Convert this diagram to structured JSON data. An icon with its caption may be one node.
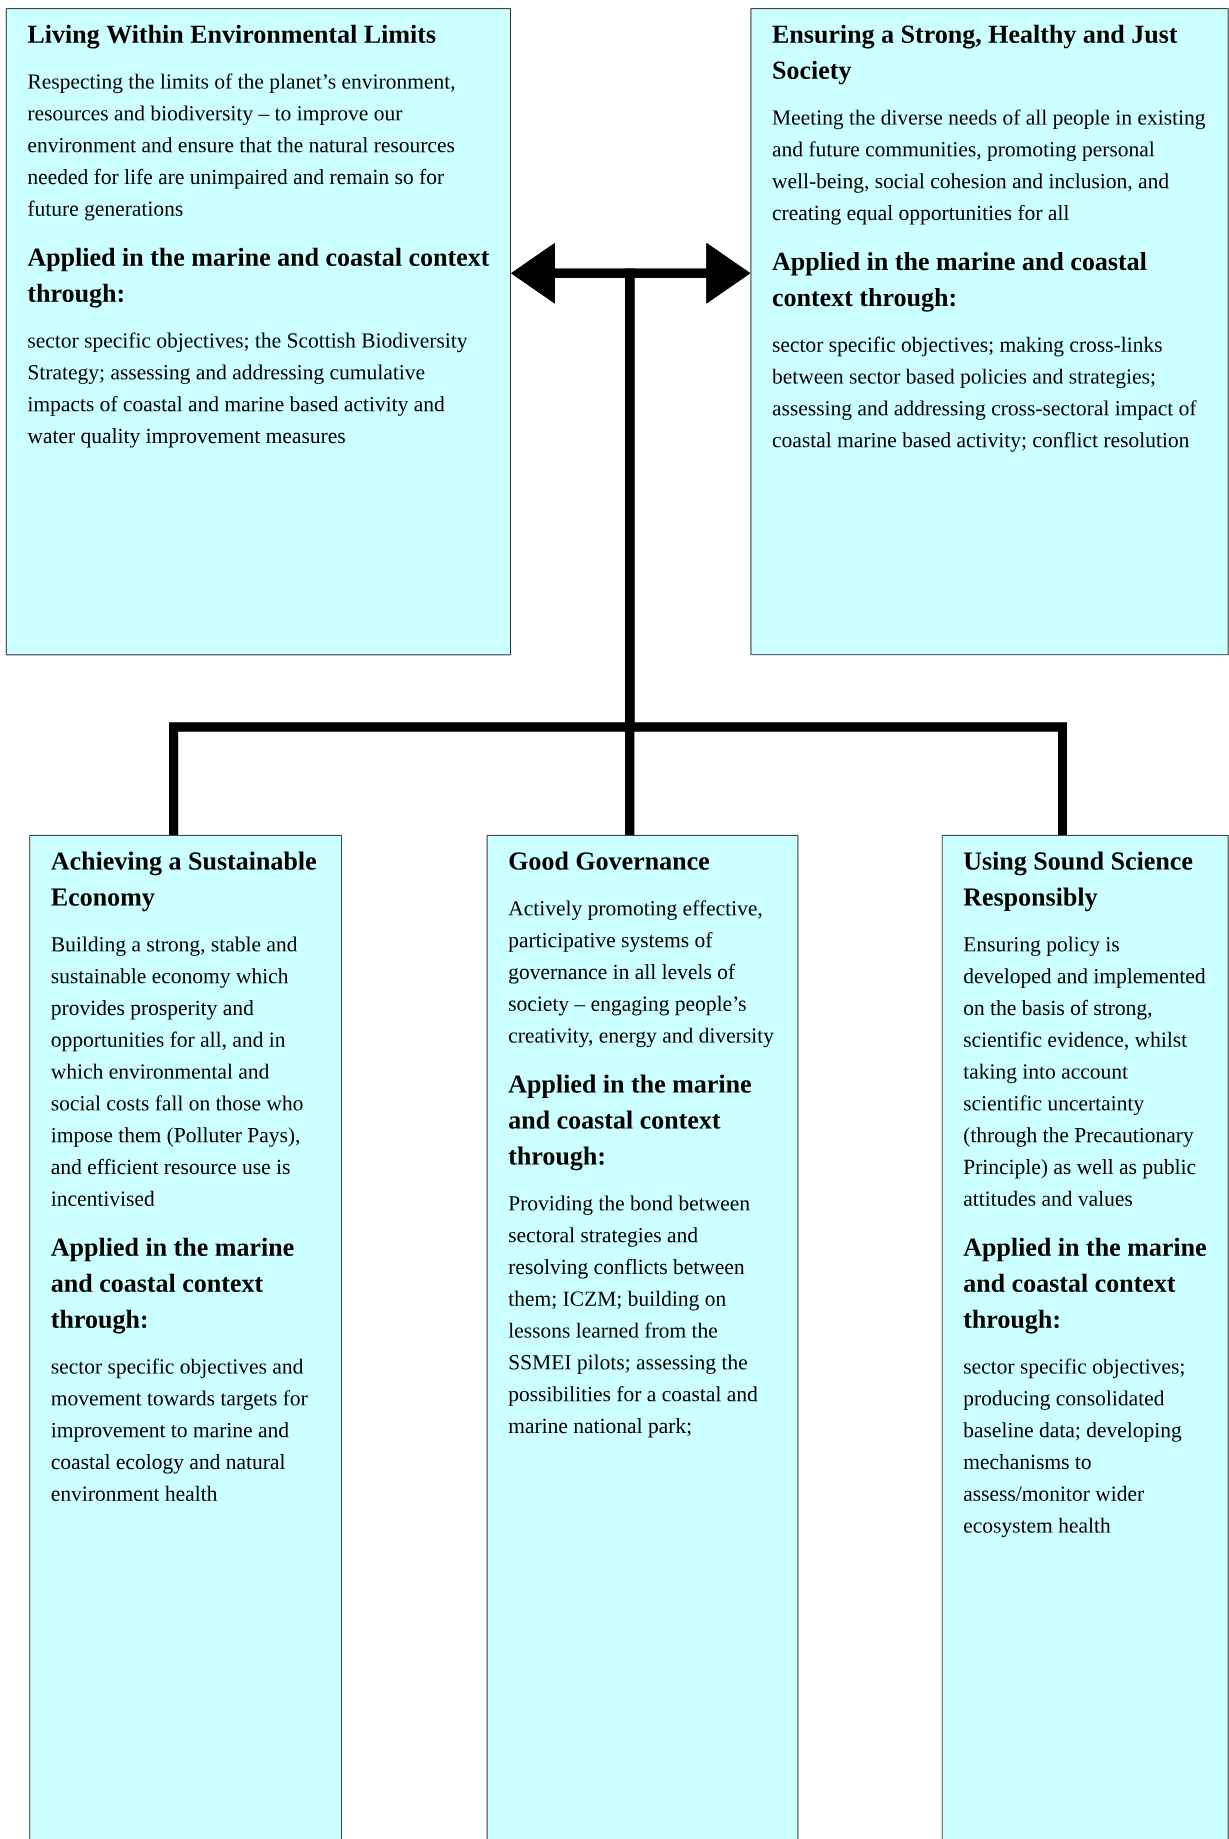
{
  "diagram": {
    "nodes": [
      {
        "text": [
          "Living Within Environmental Limits",
          "Respecting the limits of the planet’s environment, resources and biodiversity – to improve our environment and ensure that the natural resources needed for life are unimpaired and remain so for future generations",
          "Applied in the marine and coastal context through:",
          "sector specific objectives; the Scottish Biodiversity Strategy; assessing and addressing cumulative impacts of coastal and marine based activity and water quality improvement measures"
        ]
      },
      {
        "text": [
          "Ensuring a Strong, Healthy and Just Society",
          "Meeting the diverse needs of all people in existing and future communities, promoting personal well-being, social cohesion and inclusion, and creating equal opportunities for all",
          "Applied in the marine and coastal context through:",
          "sector specific objectives; making cross-links between sector based policies and strategies; assessing and addressing cross-sectoral impact of coastal marine based activity; conflict resolution"
        ]
      },
      {
        "text": [
          "Achieving a Sustainable Economy",
          "Building a strong, stable and sustainable economy which provides prosperity and opportunities for all, and in which environmental and social costs fall on those who impose them (Polluter Pays), and efficient resource use is incentivised",
          "Applied in the marine and coastal context through:",
          "sector specific objectives and movement towards targets for improvement to marine and coastal ecology and natural environment health"
        ]
      },
      {
        "text": [
          "Good Governance",
          "Actively promoting effective, participative systems of governance in all levels of society – engaging people’s creativity, energy and diversity",
          "Applied in the marine and coastal context through:",
          "Providing the bond between sectoral strategies and resolving conflicts between them; ICZM; building on lessons learned from the SSMEI pilots; assessing the possibilities for a coastal and marine national park;"
        ]
      },
      {
        "text": [
          "Using Sound Science Responsibly",
          "Ensuring policy is developed and implemented on the basis of strong, scientific evidence, whilst taking into account scientific uncertainty (through the Precautionary Principle) as well as public attitudes and values",
          "Applied in the marine and coastal context through:",
          "sector specific objectives; producing consolidated baseline data; developing mechanisms to assess/monitor wider ecosystem health"
        ]
      }
    ],
    "edges": [
      {
        "from": 2,
        "to": 0,
        "arrow": "to"
      },
      {
        "from": 2,
        "to": 1,
        "arrow": "to"
      },
      {
        "from": 3,
        "to": 0,
        "arrow": "to"
      },
      {
        "from": 3,
        "to": 1,
        "arrow": "to"
      },
      {
        "from": 4,
        "to": 0,
        "arrow": "to"
      },
      {
        "from": 4,
        "to": 1,
        "arrow": "to"
      }
    ]
  }
}
